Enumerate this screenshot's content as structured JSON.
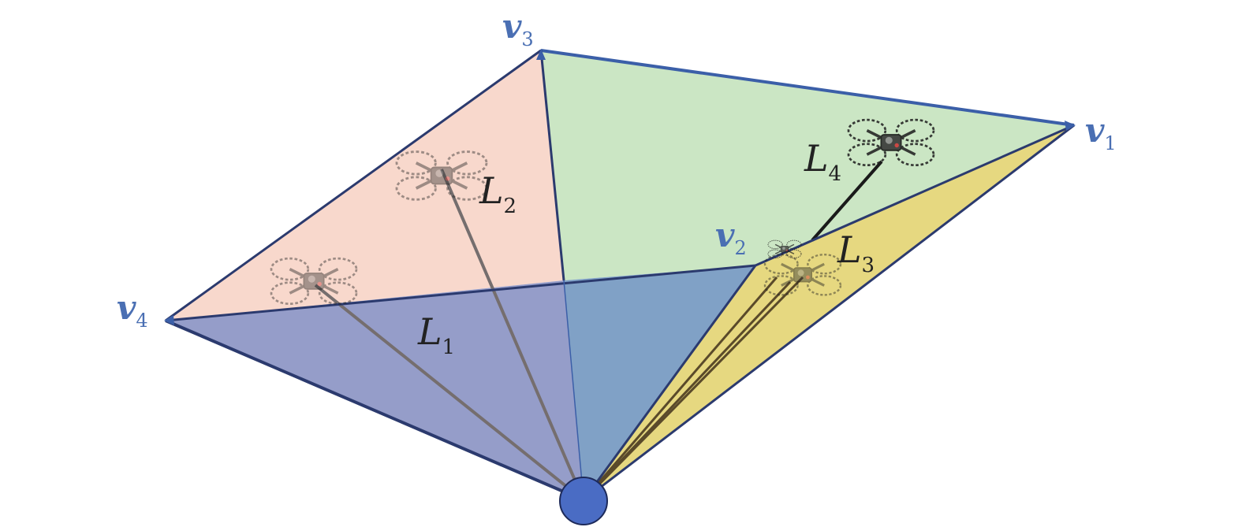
{
  "vertices": {
    "v1": {
      "letter": "v",
      "sub": "1"
    },
    "v2": {
      "letter": "v",
      "sub": "2"
    },
    "v3": {
      "letter": "v",
      "sub": "3"
    },
    "v4": {
      "letter": "v",
      "sub": "4"
    }
  },
  "cables": {
    "L1": {
      "letter": "L",
      "sub": "1"
    },
    "L2": {
      "letter": "L",
      "sub": "2"
    },
    "L3": {
      "letter": "L",
      "sub": "3"
    },
    "L4": {
      "letter": "L",
      "sub": "4"
    }
  },
  "colors": {
    "face_v3_v4": "#f8d8cc",
    "face_v3_v1": "#cbe6c4",
    "face_v1_base": "#e6d880",
    "face_v4_base": "#959dc9",
    "face_center": "#80a1c6",
    "edge": "#3b5fa8",
    "edge_dark": "#2b3a6e",
    "label": "#4a6fb3",
    "base_fill": "#4a6cc4",
    "cable": "#756e6e",
    "cable_dark": "#1a1a1a"
  },
  "icons": [
    "quadrotor-icon",
    "base-anchor-icon"
  ]
}
